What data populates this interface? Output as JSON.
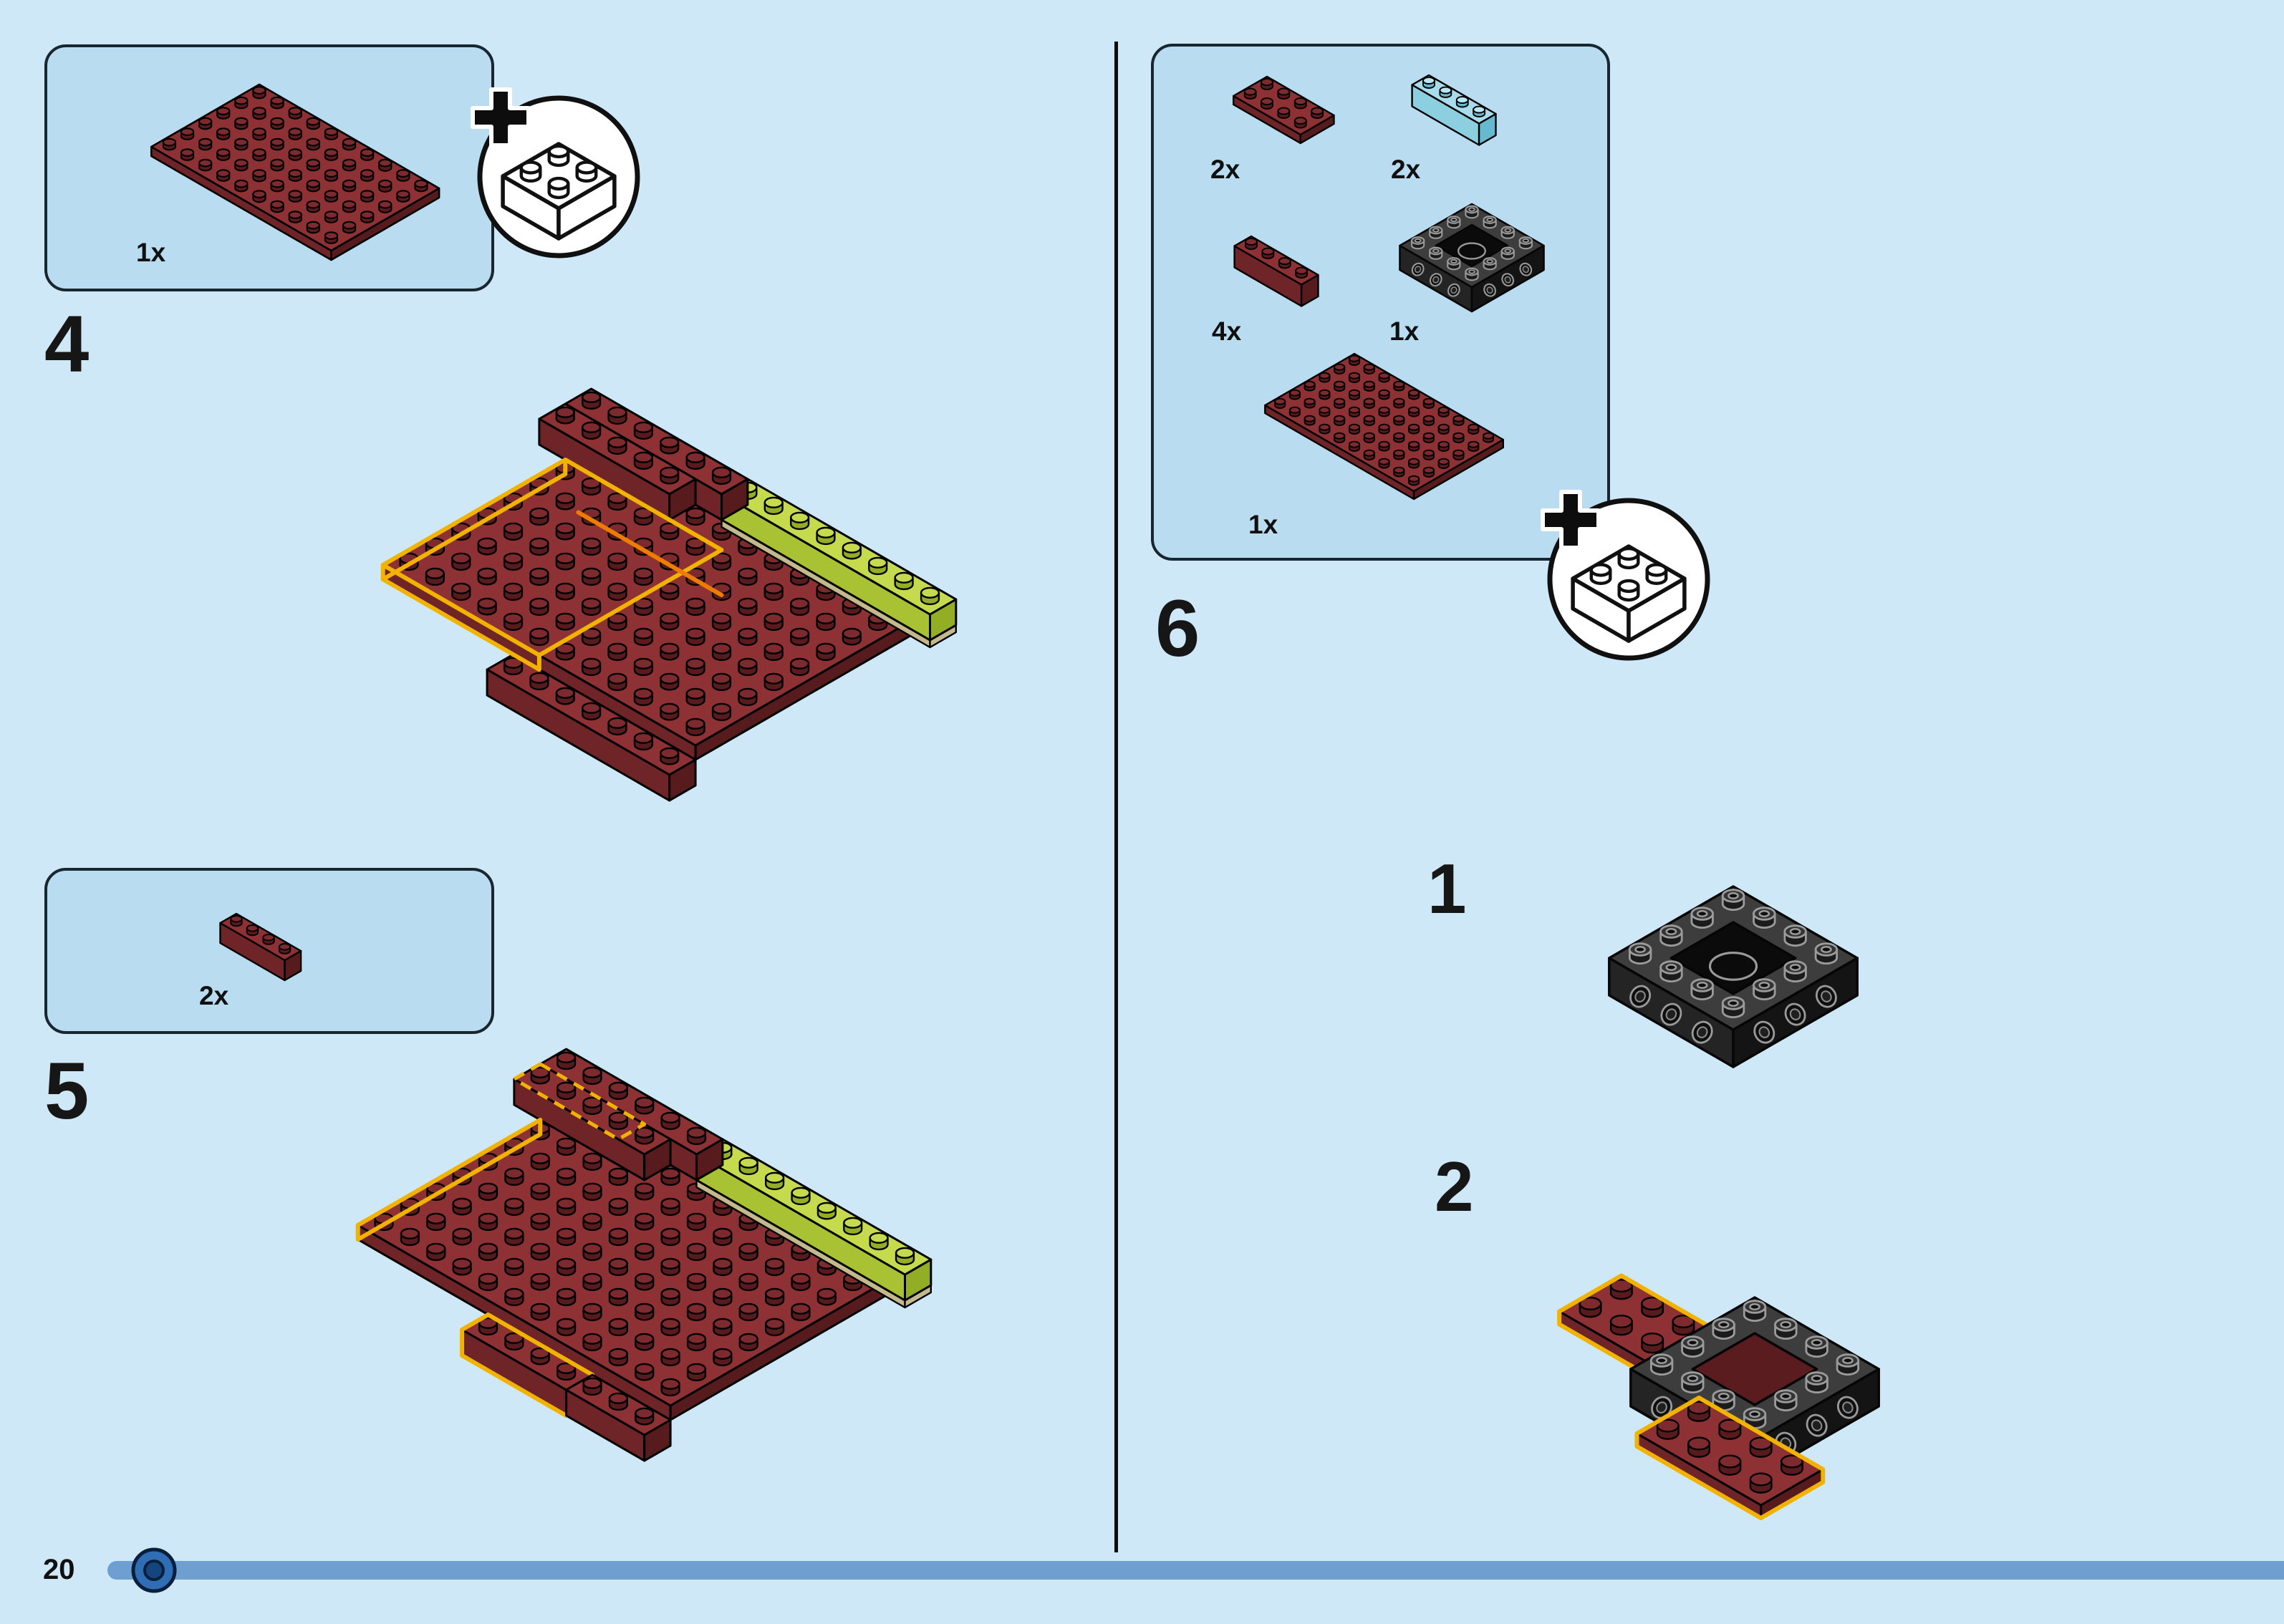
{
  "page": {
    "number": "20"
  },
  "colors": {
    "background": "#cfe8f7",
    "callout_bg": "#b9dcf0",
    "highlight_yellow": "#f2b300",
    "orange_line": "#ee7c00",
    "dark_red_top": "#8d3134",
    "dark_red_left": "#6f2427",
    "dark_red_right": "#571b1e",
    "dark_red_stud": "#7c2a2d",
    "lime_top": "#c6da4d",
    "lime_left": "#a9c234",
    "lime_right": "#93ad25",
    "tan_top": "#dbd1a8",
    "tan_side": "#c4b98c",
    "azure_top": "#a8dcec",
    "azure_left": "#8ccfe0",
    "azure_right": "#66b9ce",
    "black_top": "#3d3d3d",
    "black_left": "#242424",
    "black_right": "#141414",
    "progress_bar": "#6f9ed1",
    "knob_fill": "#2f6db5",
    "knob_ring": "#0a1f3c",
    "knob_center": "#14457f"
  },
  "steps": {
    "step4": {
      "label": "4",
      "parts": [
        {
          "qty": "1x",
          "part": "dark-red-plate-6x10"
        }
      ]
    },
    "step5": {
      "label": "5",
      "parts": [
        {
          "qty": "2x",
          "part": "dark-red-brick-1x4"
        }
      ]
    },
    "step6": {
      "label": "6",
      "parts": [
        {
          "qty": "2x",
          "part": "dark-red-plate-2x4"
        },
        {
          "qty": "2x",
          "part": "medium-azure-brick-1x4"
        },
        {
          "qty": "4x",
          "part": "dark-red-brick-1x4"
        },
        {
          "qty": "1x",
          "part": "black-technic-brick-4x4-open-center"
        },
        {
          "qty": "1x",
          "part": "dark-red-plate-6x10"
        }
      ],
      "substeps": [
        {
          "label": "1"
        },
        {
          "label": "2"
        }
      ]
    }
  }
}
